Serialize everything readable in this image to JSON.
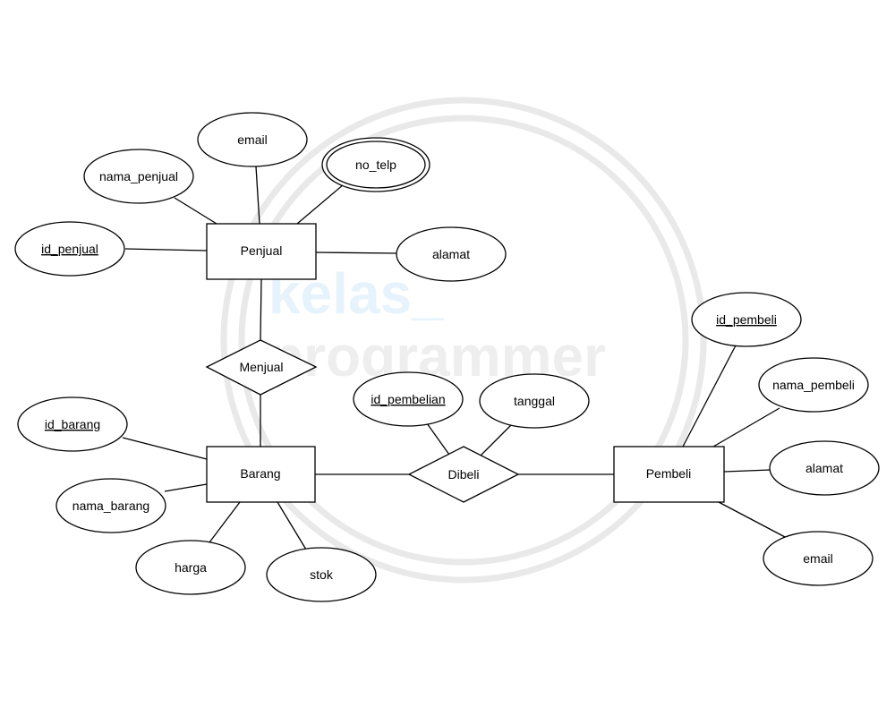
{
  "watermark": {
    "line1": "kelas_",
    "line2": "programmer"
  },
  "entities": {
    "penjual": "Penjual",
    "barang": "Barang",
    "pembeli": "Pembeli"
  },
  "relationships": {
    "menjual": "Menjual",
    "dibeli": "Dibeli"
  },
  "attributes": {
    "penjual": {
      "id_penjual": "id_penjual",
      "nama_penjual": "nama_penjual",
      "email": "email",
      "no_telp": "no_telp",
      "alamat": "alamat"
    },
    "barang": {
      "id_barang": "id_barang",
      "nama_barang": "nama_barang",
      "harga": "harga",
      "stok": "stok"
    },
    "dibeli": {
      "id_pembelian": "id_pembelian",
      "tanggal": "tanggal"
    },
    "pembeli": {
      "id_pembeli": "id_pembeli",
      "nama_pembeli": "nama_pembeli",
      "alamat": "alamat",
      "email": "email"
    }
  }
}
